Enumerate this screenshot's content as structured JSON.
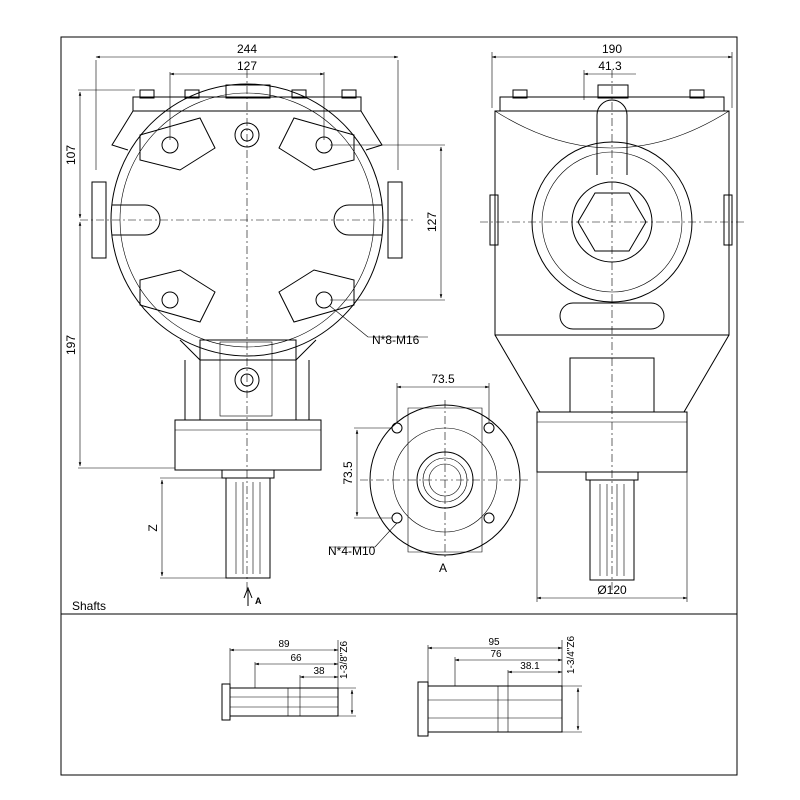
{
  "front_view": {
    "overall_width": "244",
    "bolt_spacing": "127",
    "upper_height": "107",
    "total_height": "197",
    "body_height": "127",
    "bolt_callout": "N*8-M16",
    "shaft_length": "Z",
    "view_marker": "A"
  },
  "side_view": {
    "overall_width": "190",
    "offset": "41.3",
    "base_diameter": "Ø120"
  },
  "flange_view": {
    "bolt_spacing_h": "73.5",
    "bolt_spacing_v": "73.5",
    "bolt_callout": "N*4-M10",
    "view_label": "A"
  },
  "shafts": {
    "section_title": "Shafts",
    "items": [
      {
        "spec": "1-3/8\"Z6",
        "dim_total": "89",
        "dim_mid": "66",
        "dim_short": "38"
      },
      {
        "spec": "1-3/4\"Z6",
        "dim_total": "95",
        "dim_mid": "76",
        "dim_short": "38.1"
      }
    ]
  }
}
